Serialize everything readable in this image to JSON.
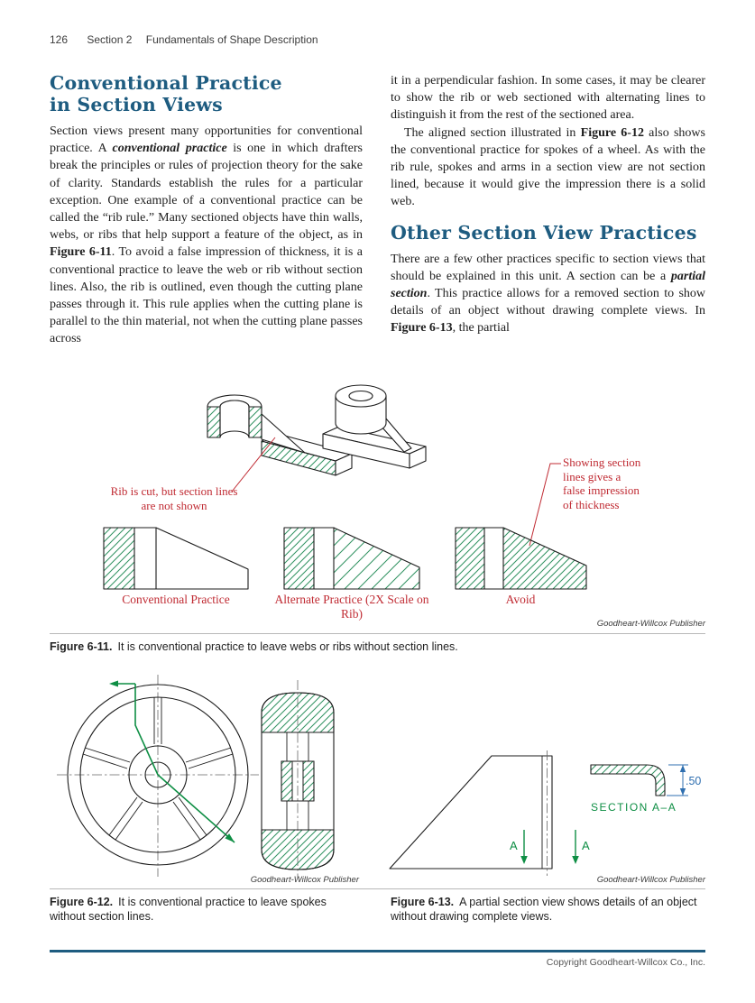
{
  "header": {
    "page_number": "126",
    "section": "Section 2",
    "book_title": "Fundamentals of Shape Description"
  },
  "colors": {
    "heading_blue": "#1e5c80",
    "annotation_red": "#c02b33",
    "hatch_green": "#2f9160",
    "arrow_green": "#0e8e44",
    "dimension_blue": "#2f6fb0"
  },
  "headings": {
    "h1_line1": "Conventional Practice",
    "h1_line2": "in Section Views",
    "h2": "Other Section View Practices"
  },
  "body": {
    "left_p1": {
      "s0": "Section views present many opportunities for conventional practice. A ",
      "s1": "conventional practice",
      "s2": " is one in which drafters break the principles or rules of projection theory for the sake of clarity. Standards establish the rules for a particular exception. One example of a conventional practice can be called the “rib rule.” Many sectioned objects have thin walls, webs, or ribs that help support a feature of the object, as in ",
      "s3": "Figure 6-11",
      "s4": ". To avoid a false impression of thickness, it is a conventional practice to leave the web or rib without section lines. Also, the rib is outlined, even though the cutting plane passes through it. This rule applies when the cutting plane is parallel to the thin material, not when the cutting plane passes across"
    },
    "right_p1": "it in a perpendicular fashion. In some cases, it may be clearer to show the rib or web sectioned with alternating lines to distinguish it from the rest of the sectioned area.",
    "right_p2": {
      "s0": "The aligned section illustrated in ",
      "s1": "Figure 6-12",
      "s2": " also shows the conventional practice for spokes of a wheel. As with the rib rule, spokes and arms in a section view are not section lined, because it would give the impression there is a solid web."
    },
    "right_p3": {
      "s0": "There are a few other practices specific to section views that should be explained in this unit. A section can be a ",
      "s1": "partial section",
      "s2": ". This practice allows for a removed section to show details of an object without drawing complete views. In ",
      "s3": "Figure 6-13",
      "s4": ", the partial"
    }
  },
  "figure11": {
    "annotation_rib": "Rib is cut, but section lines are not shown",
    "annotation_showing": "Showing section lines gives a false impression of thickness",
    "label_conventional": "Conventional Practice",
    "label_alternate": "Alternate Practice (2X Scale on Rib)",
    "label_avoid": "Avoid",
    "credit": "Goodheart-Willcox Publisher",
    "caption_label": "Figure 6-11.",
    "caption_text": "It is conventional practice to leave webs or ribs without section lines."
  },
  "figure12": {
    "credit": "Goodheart-Willcox Publisher",
    "caption_label": "Figure 6-12.",
    "caption_text": "It is conventional practice to leave spokes without section lines."
  },
  "figure13": {
    "section_label": "SECTION A–A",
    "dimension": ".50",
    "cutting_label_left": "A",
    "cutting_label_right": "A",
    "credit": "Goodheart-Willcox Publisher",
    "caption_label": "Figure 6-13.",
    "caption_text": "A partial section view shows details of an object without drawing complete views."
  },
  "footer": {
    "copyright": "Copyright Goodheart-Willcox Co., Inc."
  }
}
